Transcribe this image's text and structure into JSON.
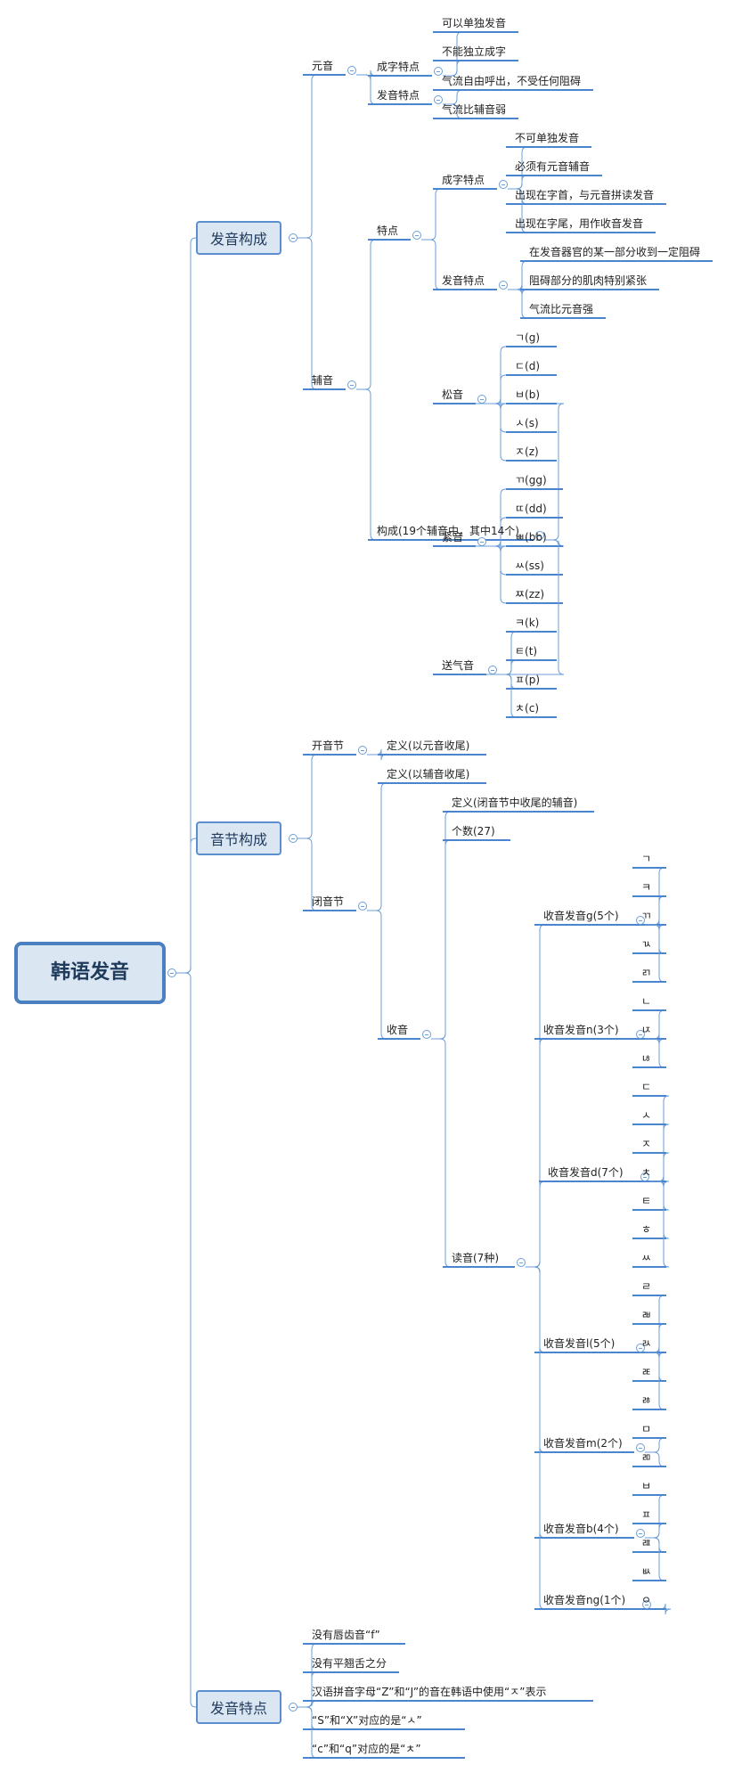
{
  "tree": {
    "label": "韩语发音",
    "children": [
      {
        "label": "发音构成",
        "children": [
          {
            "label": "元音",
            "children": [
              {
                "label": "成字特点",
                "children": [
                  {
                    "label": "可以单独发音"
                  },
                  {
                    "label": "不能独立成字"
                  }
                ]
              },
              {
                "label": "发音特点",
                "children": [
                  {
                    "label": "气流自由呼出，不受任何阻碍"
                  },
                  {
                    "label": "气流比辅音弱"
                  }
                ]
              }
            ]
          },
          {
            "label": "辅音",
            "children": [
              {
                "label": "特点",
                "children": [
                  {
                    "label": "成字特点",
                    "children": [
                      {
                        "label": "不可单独发音"
                      },
                      {
                        "label": "必须有元音辅音"
                      },
                      {
                        "label": "出现在字首，与元音拼读发音"
                      },
                      {
                        "label": "出现在字尾，用作收音发音"
                      }
                    ]
                  },
                  {
                    "label": "发音特点",
                    "children": [
                      {
                        "label": "在发音器官的某一部分收到一定阻碍"
                      },
                      {
                        "label": "阻碍部分的肌肉特别紧张"
                      },
                      {
                        "label": "气流比元音强"
                      }
                    ]
                  }
                ]
              },
              {
                "label": "构成(19个辅音中，其中14个)",
                "children": [
                  {
                    "label": "松音",
                    "children": [
                      {
                        "label": "ㄱ(g)"
                      },
                      {
                        "label": "ㄷ(d)"
                      },
                      {
                        "label": "ㅂ(b)"
                      },
                      {
                        "label": "ㅅ(s)"
                      },
                      {
                        "label": "ㅈ(z)"
                      }
                    ]
                  },
                  {
                    "label": "紧音",
                    "children": [
                      {
                        "label": "ㄲ(gg)"
                      },
                      {
                        "label": "ㄸ(dd)"
                      },
                      {
                        "label": "ㅃ(bb)"
                      },
                      {
                        "label": "ㅆ(ss)"
                      },
                      {
                        "label": "ㅉ(zz)"
                      }
                    ]
                  },
                  {
                    "label": "送气音",
                    "children": [
                      {
                        "label": "ㅋ(k)"
                      },
                      {
                        "label": "ㅌ(t)"
                      },
                      {
                        "label": "ㅍ(p)"
                      },
                      {
                        "label": "ㅊ(c)"
                      }
                    ]
                  }
                ]
              }
            ]
          }
        ]
      },
      {
        "label": "音节构成",
        "children": [
          {
            "label": "开音节",
            "children": [
              {
                "label": "定义(以元音收尾)"
              }
            ]
          },
          {
            "label": "闭音节",
            "children": [
              {
                "label": "定义(以辅音收尾)"
              },
              {
                "label": "收音",
                "children": [
                  {
                    "label": "定义(闭音节中收尾的辅音)"
                  },
                  {
                    "label": "个数(27)"
                  },
                  {
                    "label": "读音(7种)",
                    "children": [
                      {
                        "label": "收音发音g(5个)",
                        "children": [
                          {
                            "label": "ㄱ"
                          },
                          {
                            "label": "ㅋ"
                          },
                          {
                            "label": "ㄲ"
                          },
                          {
                            "label": "ㄳ"
                          },
                          {
                            "label": "ㄺ"
                          }
                        ]
                      },
                      {
                        "label": "收音发音n(3个)",
                        "children": [
                          {
                            "label": "ㄴ"
                          },
                          {
                            "label": "ㄵ"
                          },
                          {
                            "label": "ㄶ"
                          }
                        ]
                      },
                      {
                        "label": "收音发音d(7个)",
                        "children": [
                          {
                            "label": "ㄷ"
                          },
                          {
                            "label": "ㅅ"
                          },
                          {
                            "label": "ㅈ"
                          },
                          {
                            "label": "ㅊ"
                          },
                          {
                            "label": "ㅌ"
                          },
                          {
                            "label": "ㅎ"
                          },
                          {
                            "label": "ㅆ"
                          }
                        ]
                      },
                      {
                        "label": "收音发音l(5个)",
                        "children": [
                          {
                            "label": "ㄹ"
                          },
                          {
                            "label": "ㄼ"
                          },
                          {
                            "label": "ㄽ"
                          },
                          {
                            "label": "ㄾ"
                          },
                          {
                            "label": "ㅀ"
                          }
                        ]
                      },
                      {
                        "label": "收音发音m(2个)",
                        "children": [
                          {
                            "label": "ㅁ"
                          },
                          {
                            "label": "ㄻ"
                          }
                        ]
                      },
                      {
                        "label": "收音发音b(4个)",
                        "children": [
                          {
                            "label": "ㅂ"
                          },
                          {
                            "label": "ㅍ"
                          },
                          {
                            "label": "ㄿ"
                          },
                          {
                            "label": "ㅄ"
                          }
                        ]
                      },
                      {
                        "label": "收音发音ng(1个)",
                        "children": [
                          {
                            "label": "ㅇ"
                          }
                        ]
                      }
                    ]
                  }
                ]
              }
            ]
          }
        ]
      },
      {
        "label": "发音特点",
        "children": [
          {
            "label": "没有唇齿音“f”"
          },
          {
            "label": "没有平翘舌之分"
          },
          {
            "label": "汉语拼音字母“Z”和“J”的音在韩语中使用“ㅈ”表示"
          },
          {
            "label": "“S”和“X”对应的是“ㅅ”"
          },
          {
            "label": "“c”和“q”对应的是“ㅊ”"
          }
        ]
      }
    ]
  },
  "colors": {
    "line": "#6a9ed8",
    "underline": "#4a86d0",
    "node_fill": "#dbe6f3",
    "node_border": "#5b8fcf"
  }
}
